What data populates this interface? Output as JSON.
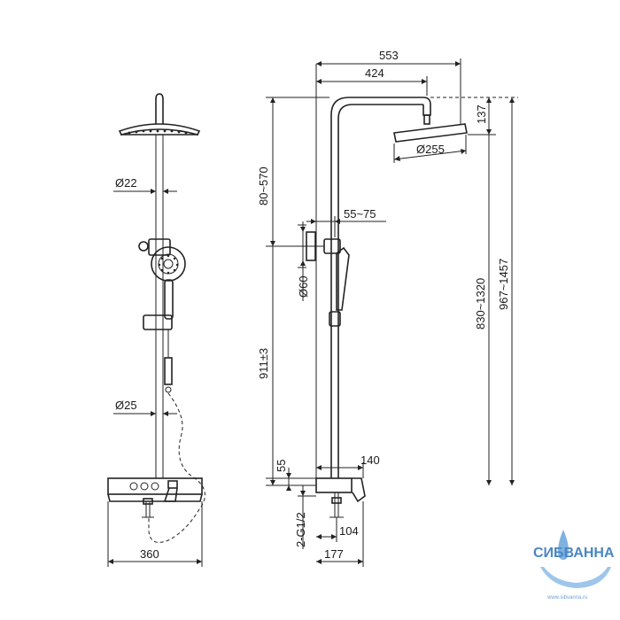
{
  "dimensions": {
    "width_total": "553",
    "arm_length": "424",
    "head_drop": "137",
    "head_diameter": "Ø255",
    "upper_range": "80~570",
    "bracket_offset": "55~75",
    "wall_plate": "Ø60",
    "total_range": "967~1457",
    "rail_range": "830~1320",
    "mount_height": "911±3",
    "shelf_depth": "140",
    "shelf_height": "55",
    "inlet_thread": "2-G1/2",
    "inlet_depth": "104",
    "total_depth": "177",
    "pipe_top": "Ø22",
    "pipe_bottom": "Ø25",
    "shelf_width": "360"
  },
  "watermark": {
    "brand": "СИБВАННА",
    "url": "www.sibvanna.ru"
  },
  "colors": {
    "line": "#222222",
    "watermark": "#4a86c4"
  }
}
